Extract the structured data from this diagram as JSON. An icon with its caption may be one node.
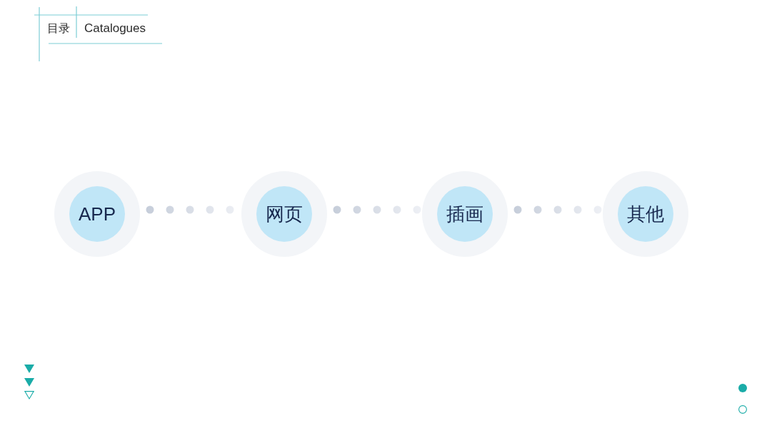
{
  "diagram": {
    "nodes": [
      {
        "text": [
          "APP"
        ]
      },
      {
        "text": [
          "网页"
        ]
      },
      {
        "text": [
          "插画"
        ]
      },
      {
        "text": [
          "其他"
        ]
      }
    ],
    "edges": [
      {
        "from": 0,
        "to": 1,
        "arrow": "none"
      },
      {
        "from": 1,
        "to": 2,
        "arrow": "none"
      },
      {
        "from": 2,
        "to": 3,
        "arrow": "none"
      }
    ],
    "labels": [
      "目录",
      "Catalogues"
    ]
  }
}
